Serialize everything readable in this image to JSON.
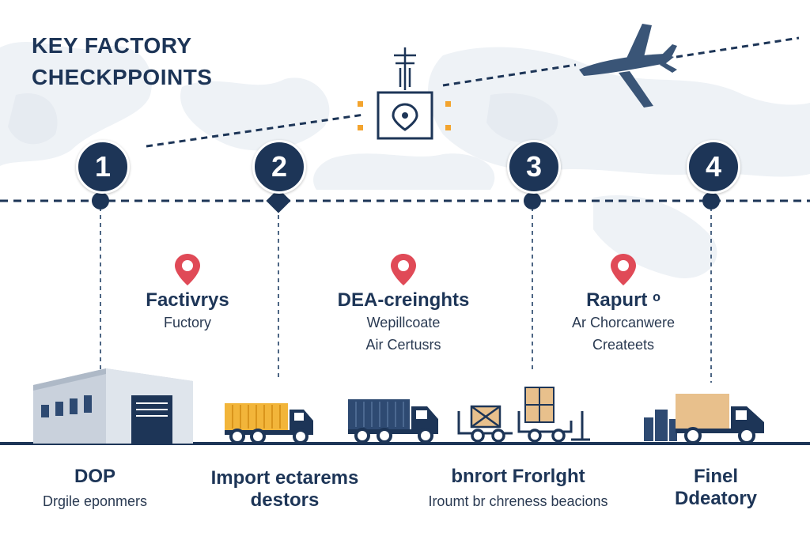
{
  "title": {
    "line1": "KEY FACTORY",
    "line2": "CHECKPPOINTS"
  },
  "colors": {
    "navy": "#1d3557",
    "pin_red": "#e04a57",
    "cargo_yellow": "#f2b53a",
    "crate_tan": "#e8c08c",
    "accent_orange": "#f3a42e"
  },
  "steps": [
    {
      "number": "1",
      "mid_title": "Factivrys",
      "mid_sub": [
        "Fuctory"
      ],
      "bottom_title": [
        "DOP"
      ],
      "bottom_sub": "Drgile eponmers",
      "icon": "factory-building-icon"
    },
    {
      "number": "2",
      "mid_title": "",
      "mid_sub": [],
      "bottom_title": [
        "Import ectarems",
        "destors"
      ],
      "bottom_sub": "",
      "icon": "yellow-cargo-truck-icon"
    },
    {
      "number": "",
      "mid_title": "DEA-creinghts",
      "mid_sub": [
        "Wepillcoate",
        "Air Certusrs"
      ],
      "bottom_title": [],
      "bottom_sub": "",
      "icon": "container-truck-icon"
    },
    {
      "number": "3",
      "mid_title": "",
      "mid_sub": [],
      "bottom_title": [
        "bnrort Frorlght"
      ],
      "bottom_sub": "Iroumt br chreness beacions",
      "icon": "forklift-crates-icon"
    },
    {
      "number": "",
      "mid_title": "Rapurt ᵒ",
      "mid_sub": [
        "Ar Chorcanwere",
        "Createets"
      ],
      "bottom_title": [],
      "bottom_sub": "",
      "icon": ""
    },
    {
      "number": "4",
      "mid_title": "",
      "mid_sub": [],
      "bottom_title": [
        "Finel",
        "Ddeatory"
      ],
      "bottom_sub": "",
      "icon": "delivery-truck-icon"
    }
  ]
}
